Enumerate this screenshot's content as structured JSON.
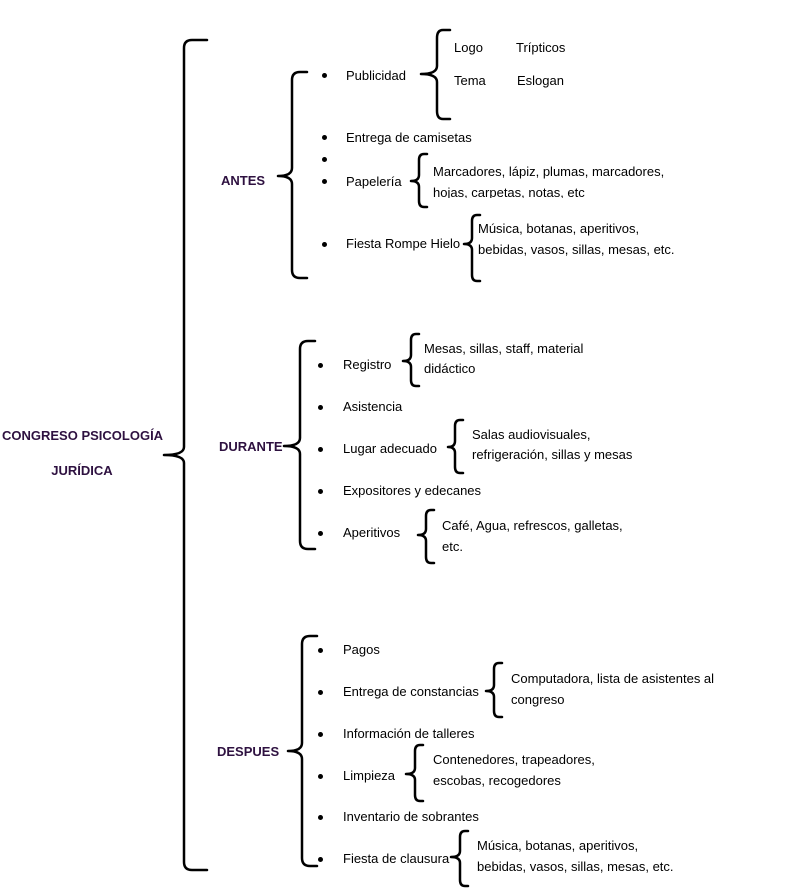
{
  "root": {
    "line1": "CONGRESO PSICOLOGÍA",
    "line2": "JURÍDICA"
  },
  "phases": {
    "antes": {
      "label": "ANTES",
      "items": {
        "publicidad": "Publicidad",
        "camisetas": "Entrega de camisetas",
        "papeleria": "Papelería",
        "fiesta": "Fiesta Rompe Hielo"
      },
      "details": {
        "logo": "Logo",
        "tripticos": "Trípticos",
        "tema": "Tema",
        "eslogan": "Eslogan",
        "papeleria_1": "Marcadores, lápiz, plumas, marcadores,",
        "papeleria_2": "hojas, carpetas, notas, etc",
        "fiesta_1": "Música, botanas, aperitivos,",
        "fiesta_2": "bebidas, vasos,  sillas, mesas, etc."
      }
    },
    "durante": {
      "label": "DURANTE",
      "items": {
        "registro": "Registro",
        "asistencia": "Asistencia",
        "lugar": "Lugar adecuado",
        "expositores": "Expositores y edecanes",
        "aperitivos": "Aperitivos"
      },
      "details": {
        "registro_1": "Mesas, sillas, staff, material",
        "registro_2": "didáctico",
        "lugar_1": "Salas audiovisuales,",
        "lugar_2": "refrigeración, sillas y mesas",
        "aperitivos_1": "Café, Agua, refrescos, galletas,",
        "aperitivos_2": "etc."
      }
    },
    "despues": {
      "label": "DESPUES",
      "items": {
        "pagos": "Pagos",
        "constancias": "Entrega de constancias",
        "talleres": "Información de talleres",
        "limpieza": "Limpieza",
        "inventario": "Inventario de sobrantes",
        "clausura": "Fiesta de clausura"
      },
      "details": {
        "constancias_1": "Computadora, lista de asistentes al",
        "constancias_2": "congreso",
        "limpieza_1": "Contenedores, trapeadores,",
        "limpieza_2": "escobas, recogedores",
        "clausura_1": "Música, botanas, aperitivos,",
        "clausura_2": "bebidas, vasos,  sillas, mesas, etc."
      }
    }
  }
}
